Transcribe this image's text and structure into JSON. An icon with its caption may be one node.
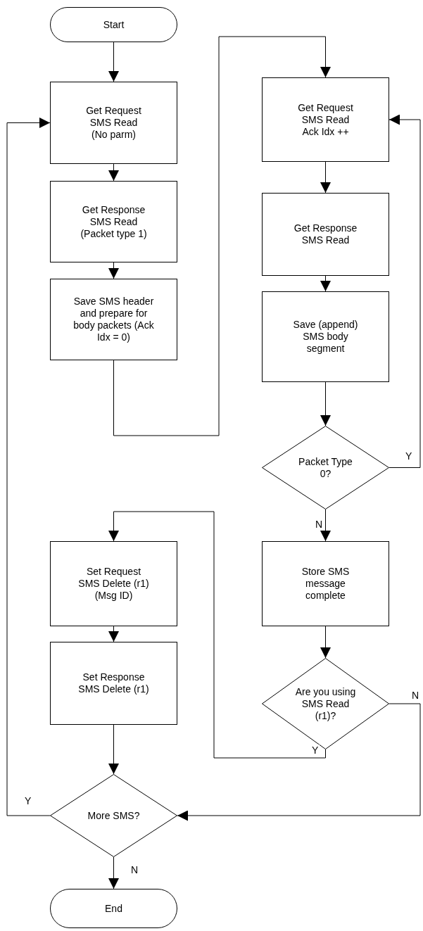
{
  "diagram": {
    "nodes": [
      {
        "text": [
          "Start"
        ]
      },
      {
        "text": [
          "Get Request SMS Read (No parm)"
        ]
      },
      {
        "text": [
          "Get Response SMS Read (Packet type 1)"
        ]
      },
      {
        "text": [
          "Save SMS header and prepare for body packets (Ack Idx = 0)"
        ]
      },
      {
        "text": [
          "Get Request SMS Read Ack Idx ++"
        ]
      },
      {
        "text": [
          "Get Response SMS Read"
        ]
      },
      {
        "text": [
          "Save (append) SMS body segment"
        ]
      },
      {
        "text": [
          "Packet Type 0?"
        ]
      },
      {
        "text": [
          "Store SMS message complete"
        ]
      },
      {
        "text": [
          "Are you using SMS Read (r1)?"
        ]
      },
      {
        "text": [
          "Set Request SMS Delete (r1) (Msg ID)"
        ]
      },
      {
        "text": [
          "Set Response SMS Delete (r1)"
        ]
      },
      {
        "text": [
          "More SMS?"
        ]
      },
      {
        "text": [
          "End"
        ]
      }
    ],
    "edges": [
      {
        "from": 0,
        "to": 1,
        "arrow": "to"
      },
      {
        "from": 1,
        "to": 2,
        "arrow": "to"
      },
      {
        "from": 2,
        "to": 3,
        "arrow": "to"
      },
      {
        "from": 3,
        "to": 4,
        "arrow": "to"
      },
      {
        "from": 4,
        "to": 5,
        "arrow": "to"
      },
      {
        "from": 5,
        "to": 6,
        "arrow": "to"
      },
      {
        "from": 6,
        "to": 7,
        "arrow": "to"
      },
      {
        "from": 7,
        "to": 4,
        "arrow": "to",
        "label": "Y"
      },
      {
        "from": 7,
        "to": 8,
        "arrow": "to",
        "label": "N"
      },
      {
        "from": 8,
        "to": 9,
        "arrow": "to"
      },
      {
        "from": 9,
        "to": 10,
        "arrow": "to",
        "label": "Y"
      },
      {
        "from": 10,
        "to": 11,
        "arrow": "to"
      },
      {
        "from": 11,
        "to": 12,
        "arrow": "to"
      },
      {
        "from": 9,
        "to": 12,
        "arrow": "to",
        "label": "N"
      },
      {
        "from": 12,
        "to": 1,
        "arrow": "to",
        "label": "Y"
      },
      {
        "from": 12,
        "to": 13,
        "arrow": "to",
        "label": "N"
      }
    ]
  }
}
